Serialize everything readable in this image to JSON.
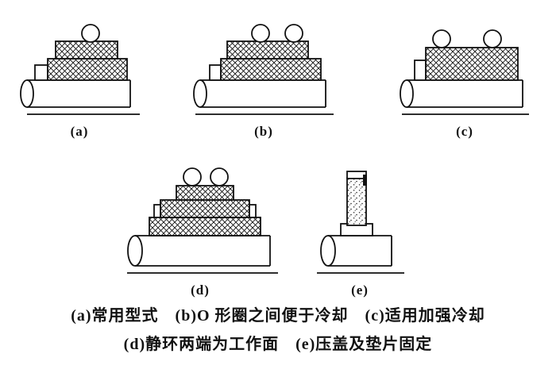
{
  "figure": {
    "labels": {
      "a": "(a)",
      "b": "(b)",
      "c": "(c)",
      "d": "(d)",
      "e": "(e)"
    },
    "captions": {
      "line1": "(a)常用型式　(b)O 形圈之间便于冷却　(c)适用加强冷却",
      "line2": "(d)静环两端为工作面　(e)压盖及垫片固定"
    },
    "line_color": "#111111",
    "background_color": "#ffffff"
  }
}
